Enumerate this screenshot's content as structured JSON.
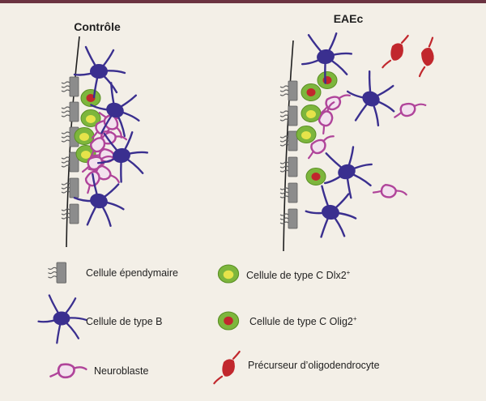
{
  "panels": {
    "control_title": "Contrôle",
    "eae_title": "EAEc"
  },
  "legend": {
    "ependymal": "Cellule épendymaire",
    "type_b": "Cellule de type B",
    "neuroblast": "Neuroblaste",
    "type_c_dlx2": "Cellule de type C Dlx2",
    "type_c_olig2": "Cellule de type C Olig2",
    "superscript": "+",
    "opc": "Précurseur d’oligodendrocyte"
  },
  "colors": {
    "background": "#f3efe7",
    "top_rule": "#6b3341",
    "ependymal": "#8c8c8c",
    "type_b": "#3a2f8f",
    "neuroblast": "#b0449a",
    "type_c_body": "#7db63c",
    "dlx2_nucleus": "#e6e34a",
    "olig2_nucleus": "#c1272d",
    "opc": "#c1272d"
  }
}
